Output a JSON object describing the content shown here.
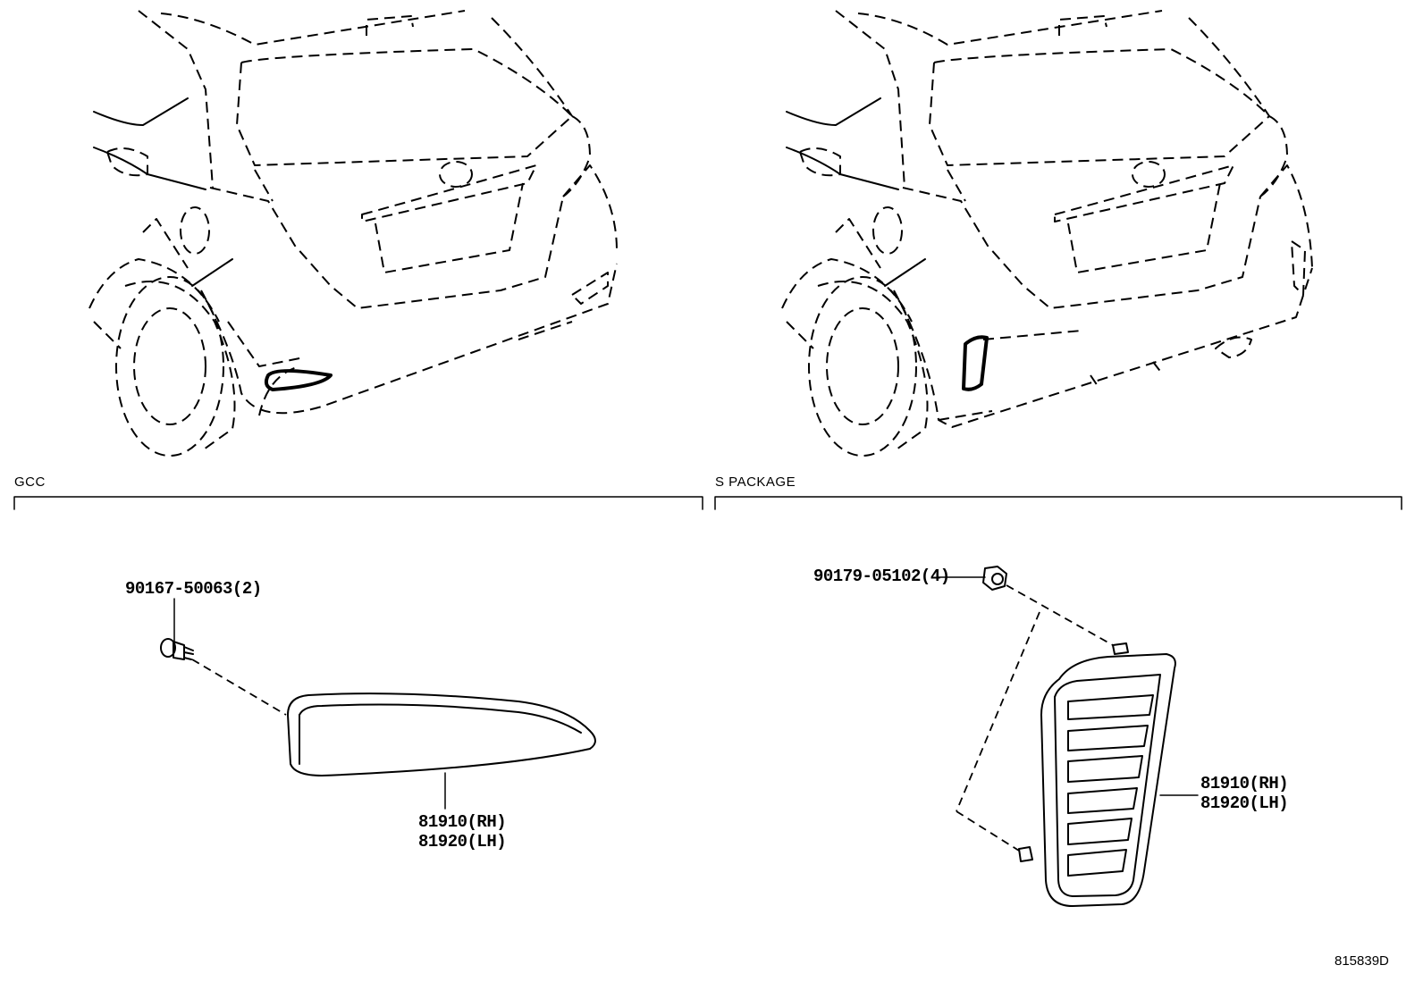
{
  "sections": [
    {
      "id": "gcc",
      "label": "GCC"
    },
    {
      "id": "s-package",
      "label": "S PACKAGE"
    }
  ],
  "parts": {
    "gcc_screw": "90167-50063(2)",
    "gcc_reflector_rh": "81910(RH)",
    "gcc_reflector_lh": "81920(LH)",
    "spkg_nut": "90179-05102(4)",
    "spkg_reflector_rh": "81910(RH)",
    "spkg_reflector_lh": "81920(LH)"
  },
  "diagram_code": "815839D"
}
